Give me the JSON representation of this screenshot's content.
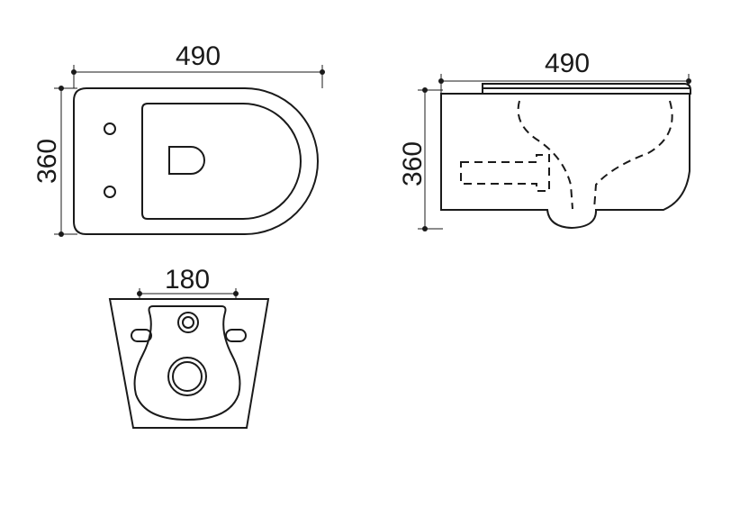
{
  "views": {
    "top": {
      "width_label": "490",
      "depth_label": "360"
    },
    "side": {
      "width_label": "490",
      "height_label": "360"
    },
    "back": {
      "bolt_spacing_label": "180"
    }
  },
  "colors": {
    "line": "#1a1a1a",
    "background": "#ffffff"
  }
}
